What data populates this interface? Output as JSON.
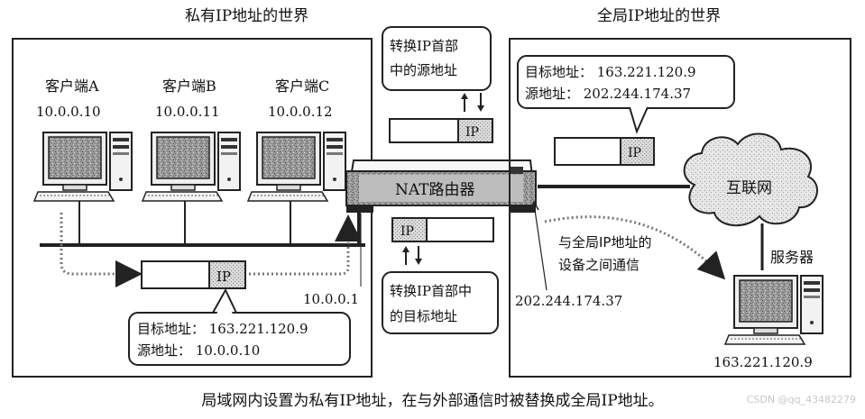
{
  "private_world": {
    "title": "私有IP地址的世界",
    "clients": [
      {
        "name": "客户端A",
        "ip": "10.0.0.10"
      },
      {
        "name": "客户端B",
        "ip": "10.0.0.11"
      },
      {
        "name": "客户端C",
        "ip": "10.0.0.12"
      }
    ],
    "packet_label": "IP",
    "note_dst": "目标地址： 163.221.120.9",
    "note_src": "源地址： 10.0.0.10",
    "router_inside_ip": "10.0.0.1"
  },
  "global_world": {
    "title": "全局IP地址的世界",
    "note_dst": "目标地址： 163.221.120.9",
    "note_src": "源地址： 202.244.174.37",
    "packet_label": "IP",
    "internet_label": "互联网",
    "server_label": "服务器",
    "server_ip": "163.221.120.9",
    "comm_note_line1": "与全局IP地址的",
    "comm_note_line2": "设备之间通信",
    "router_outside_ip": "202.244.174.37"
  },
  "router": {
    "label": "NAT路由器",
    "top_note_line1": "转换IP首部",
    "top_note_line2": "中的源地址",
    "bottom_note_line1": "转换IP首部中",
    "bottom_note_line2": "的目标地址",
    "packet_top_label": "IP",
    "packet_bottom_label": "IP"
  },
  "caption": "局域网内设置为私有IP地址，在与外部通信时被替换成全局IP地址。",
  "watermark": "CSDN @qq_43482279"
}
